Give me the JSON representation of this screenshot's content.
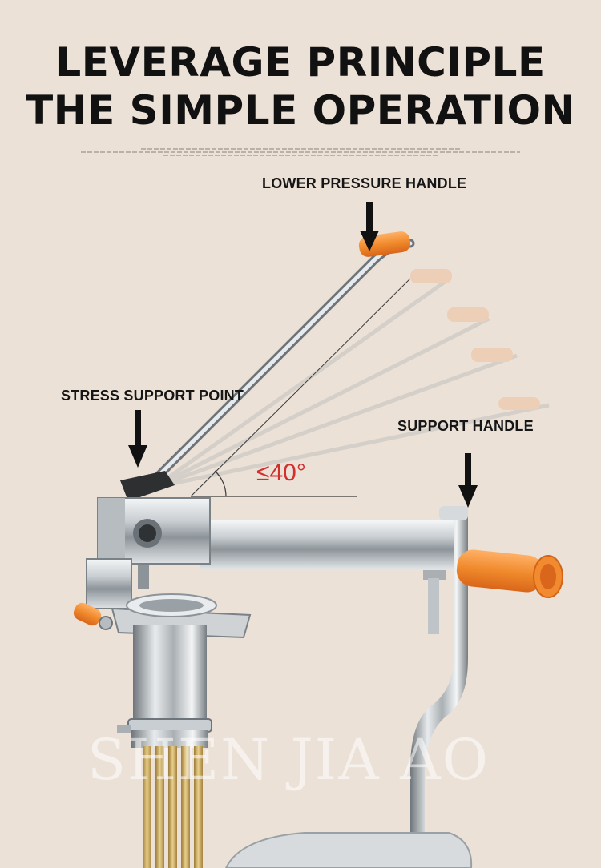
{
  "title": {
    "line1": "LEVERAGE PRINCIPLE",
    "line2": "THE SIMPLE OPERATION"
  },
  "callouts": {
    "lower_pressure_handle": "LOWER PRESSURE HANDLE",
    "stress_support_point": "STRESS SUPPORT POINT",
    "support_handle": "SUPPORT HANDLE"
  },
  "angle_readout": "≤40°",
  "watermark": "SHEN JIA AO",
  "colors": {
    "background": "#ebe1d7",
    "handle_orange": "#f08a2c",
    "angle_red": "#d32f2f",
    "steel": "#bfc4c8"
  },
  "icons": [
    "down-arrow-icon",
    "angle-arc-icon"
  ]
}
